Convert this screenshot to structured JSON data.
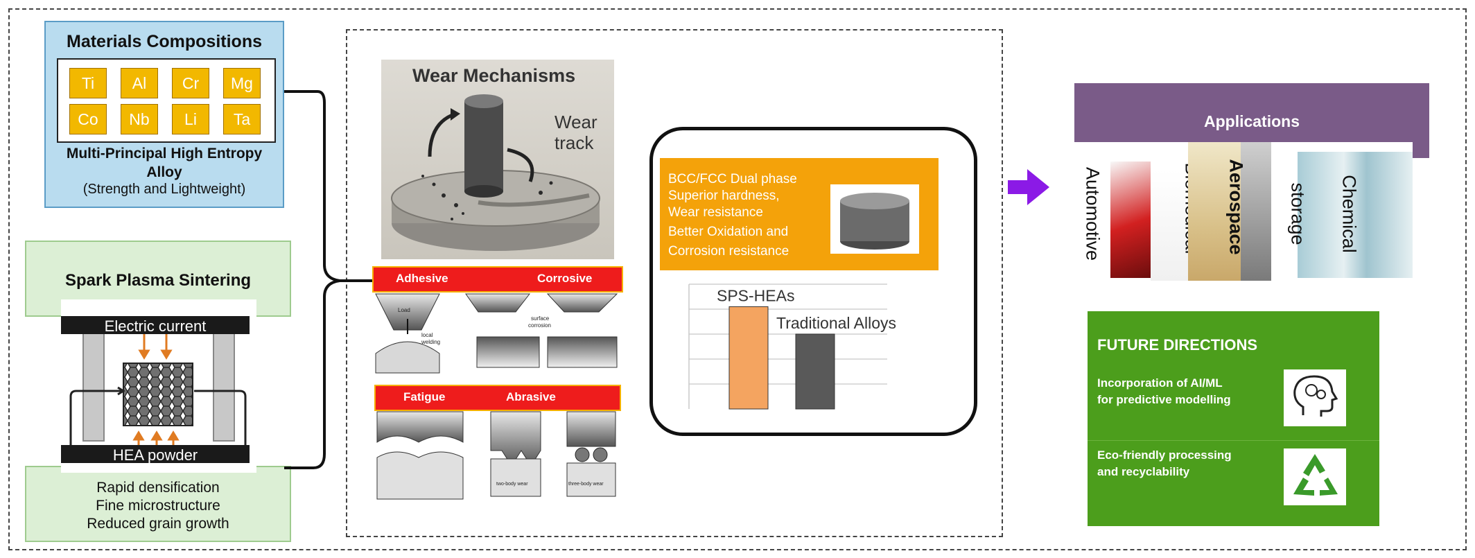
{
  "materials": {
    "title": "Materials Compositions",
    "elements": [
      "Ti",
      "Al",
      "Cr",
      "Mg",
      "Co",
      "Nb",
      "Li",
      "Ta"
    ],
    "subtitle_line1": "Multi-Principal High Entropy",
    "subtitle_line2": "Alloy",
    "note": "(Strength and Lightweight)"
  },
  "sps": {
    "title": "Spark Plasma Sintering",
    "electric_label": "Electric current",
    "powder_label": "HEA powder",
    "benefits": [
      "Rapid densification",
      "Fine microstructure",
      "Reduced grain growth"
    ]
  },
  "wear": {
    "title": "Wear Mechanisms",
    "track_line1": "Wear",
    "track_line2": "track",
    "types": [
      "Adhesive",
      "Corrosive",
      "Fatigue",
      "Abrasive"
    ],
    "sublabels": [
      "Load",
      "local",
      "welding",
      "surface",
      "corrosion",
      "two-body wear",
      "three-body wear"
    ]
  },
  "properties": {
    "lines": [
      "BCC/FCC Dual phase",
      "Superior hardness,",
      "Wear resistance",
      "Better Oxidation and",
      "Corrosion resistance"
    ]
  },
  "chart_data": {
    "type": "bar",
    "categories": [
      "SPS-HEAs",
      "Traditional Alloys"
    ],
    "values": [
      2.05,
      1.5
    ],
    "ylim": [
      0,
      2.5
    ],
    "colors": [
      "#f4a460",
      "#595959"
    ],
    "grid": true
  },
  "applications": {
    "title": "Applications",
    "items": [
      "Automotive",
      "Biomedical",
      "Aerospace",
      "Chemical",
      "storage"
    ]
  },
  "future": {
    "title": "FUTURE DIRECTIONS",
    "item1_line1": "Incorporation of AI/ML",
    "item1_line2": "for predictive modelling",
    "item2_line1": "Eco-friendly processing",
    "item2_line2": "and recyclability",
    "icons": [
      "brain-icon",
      "recycle-icon"
    ]
  },
  "colors": {
    "arrow": "#8b1ae6",
    "materials_bg": "#b9dcef",
    "sps_bg": "#dcefd5",
    "wear_red": "#ee1c1c",
    "orange": "#f4a20a",
    "app_purple": "#7a5b88",
    "future_green": "#4c9e1c"
  }
}
